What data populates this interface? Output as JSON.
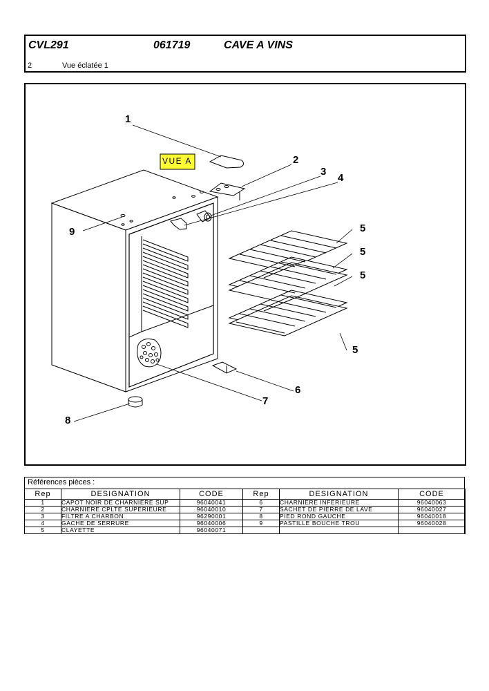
{
  "header": {
    "model": "CVL291",
    "code": "061719",
    "title": "CAVE A VINS",
    "sheet_number": "2",
    "view_name": "Vue éclatée 1"
  },
  "diagram": {
    "vue_label": "VUE A",
    "callouts": [
      "1",
      "2",
      "3",
      "4",
      "5",
      "5",
      "5",
      "5",
      "6",
      "7",
      "8",
      "9"
    ]
  },
  "references": {
    "label": "Références pièces  :",
    "columns": [
      "Rep",
      "DESIGNATION",
      "CODE",
      "Rep",
      "DESIGNATION",
      "CODE"
    ],
    "rows": [
      [
        "1",
        "CAPOT NOIR DE CHARNIERE SUP",
        "96040041",
        "6",
        "CHARNIERE INFERIEURE",
        "96040063"
      ],
      [
        "2",
        "CHARNIERE CPLTE SUPERIEURE",
        "96040010",
        "7",
        "SACHET DE PIERRE DE LAVE",
        "96040027"
      ],
      [
        "3",
        "FILTRE A CHARBON",
        "96290001",
        "8",
        "PIED ROND GAUCHE",
        "96040018"
      ],
      [
        "4",
        "GACHE DE SERRURE",
        "96040006",
        "9",
        "PASTILLE BOUCHE TROU",
        "96040028"
      ],
      [
        "5",
        "CLAYETTE",
        "96040071",
        "",
        "",
        ""
      ]
    ]
  }
}
